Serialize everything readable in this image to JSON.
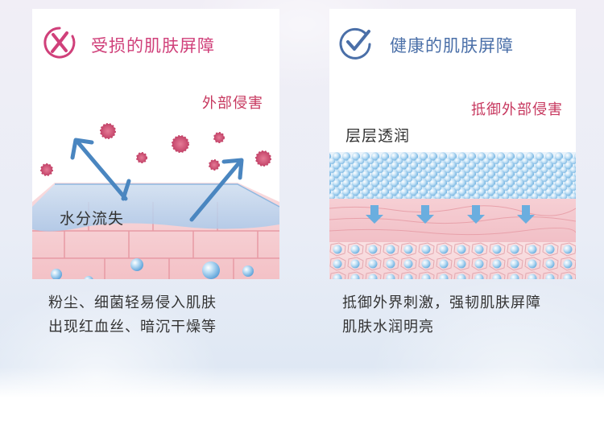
{
  "left_panel": {
    "badge_icon": "cross-circle-icon",
    "title": "受损的肌肤屏障",
    "tag": "外部侵害",
    "water_label": "水分流失",
    "caption_lines": [
      "粉尘、细菌轻易侵入肌肤",
      "出现红血丝、暗沉干燥等"
    ]
  },
  "right_panel": {
    "badge_icon": "check-circle-icon",
    "title": "健康的肌肤屏障",
    "tag": "抵御外部侵害",
    "layer_label": "层层透润",
    "caption_lines": [
      "抵御外界刺激，强韧肌肤屏障",
      "肌肤水润明亮"
    ]
  },
  "colors": {
    "accent_pink": "#d0407a",
    "accent_blue": "#4a6fa8",
    "arrow_blue": "#4a86c0"
  }
}
